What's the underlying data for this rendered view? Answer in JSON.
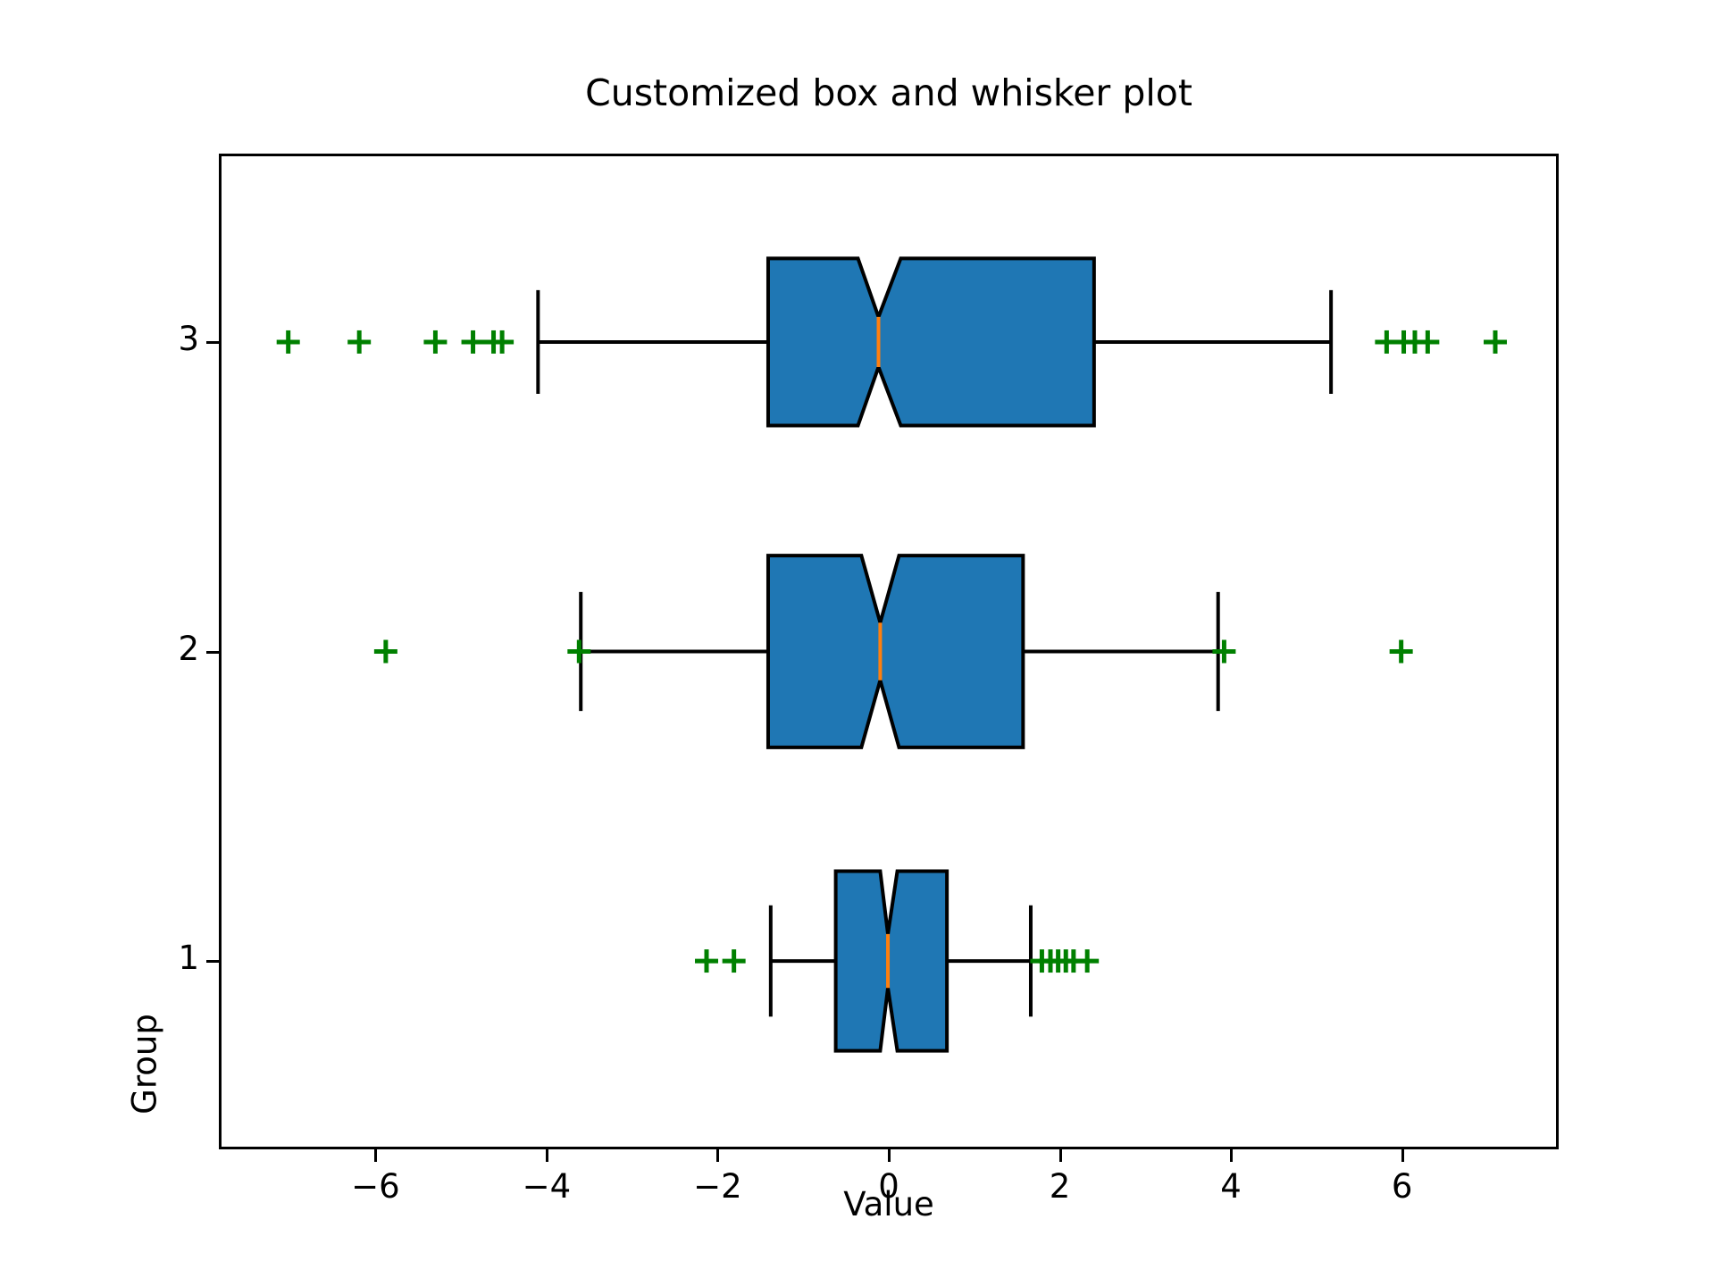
{
  "chart": {
    "title": "Customized box and whisker plot",
    "xlabel": "Value",
    "ylabel": "Group",
    "x_ticks": [
      "−6",
      "−4",
      "−2",
      "0",
      "2",
      "4",
      "6"
    ],
    "y_ticks": [
      "3",
      "2",
      "1"
    ]
  },
  "chart_data": {
    "type": "box",
    "orientation": "horizontal",
    "title": "Customized box and whisker plot",
    "xlabel": "Value",
    "ylabel": "Group",
    "xlim": [
      -7.8,
      7.8
    ],
    "ylim": [
      0.4,
      3.6
    ],
    "x_tick_values": [
      -6,
      -4,
      -2,
      0,
      2,
      4,
      6
    ],
    "x_tick_labels": [
      "−6",
      "−4",
      "−2",
      "0",
      "2",
      "4",
      "6"
    ],
    "y_tick_values": [
      3,
      2,
      1
    ],
    "y_tick_labels": [
      "3",
      "2",
      "1"
    ],
    "grid": false,
    "legend": null,
    "notched": true,
    "box_facecolor": "#1f77b4",
    "box_edgecolor": "#000000",
    "median_color": "#ff7f0e",
    "flier_color": "#008000",
    "flier_marker": "+",
    "boxes": [
      {
        "group": "1",
        "y": 1,
        "q1": -0.62,
        "median": -0.01,
        "q3": 0.68,
        "notch_low": -0.1,
        "notch_high": 0.1,
        "whisker_low": -1.38,
        "whisker_high": 1.66,
        "box_height": 0.29,
        "fliers": [
          -2.13,
          -1.81,
          1.79,
          1.89,
          1.98,
          2.07,
          2.16,
          2.32
        ]
      },
      {
        "group": "2",
        "y": 2,
        "q1": -1.41,
        "median": -0.1,
        "q3": 1.57,
        "notch_low": -0.32,
        "notch_high": 0.12,
        "whisker_low": -3.6,
        "whisker_high": 3.85,
        "box_height": 0.31,
        "fliers": [
          -5.88,
          -3.62,
          3.92,
          5.99
        ]
      },
      {
        "group": "3",
        "y": 3,
        "q1": -1.41,
        "median": -0.12,
        "q3": 2.4,
        "notch_low": -0.36,
        "notch_high": 0.14,
        "whisker_low": -4.1,
        "whisker_high": 5.17,
        "box_height": 0.27,
        "fliers": [
          -7.02,
          -6.19,
          -5.3,
          -4.86,
          -4.62,
          -4.52,
          5.82,
          6.02,
          6.15,
          6.3,
          7.09
        ]
      }
    ]
  }
}
